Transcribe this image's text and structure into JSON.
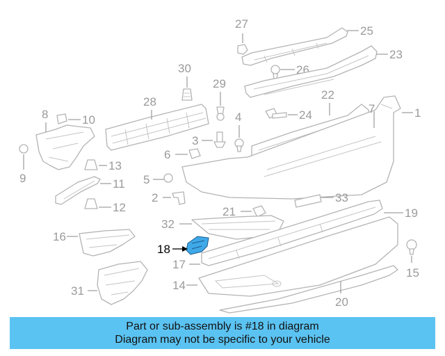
{
  "callouts": {
    "c1": "1",
    "c2": "2",
    "c3": "3",
    "c4": "4",
    "c5": "5",
    "c6": "6",
    "c7": "7",
    "c8": "8",
    "c9": "9",
    "c10": "10",
    "c11": "11",
    "c12": "12",
    "c13": "13",
    "c14": "14",
    "c15": "15",
    "c16": "16",
    "c17": "17",
    "c18": "18",
    "c19": "19",
    "c20": "20",
    "c21": "21",
    "c22": "22",
    "c23": "23",
    "c24": "24",
    "c25": "25",
    "c26": "26",
    "c27": "27",
    "c28": "28",
    "c29": "29",
    "c30": "30",
    "c31": "31",
    "c32": "32",
    "c33": "33"
  },
  "highlighted_part": "18",
  "banner": {
    "line1": "Part or sub-assembly is #18 in diagram",
    "line2": "Diagram may not be specific to your vehicle"
  },
  "colors": {
    "banner_bg": "#5bc3f2",
    "highlight": "#3fa9e8",
    "line_art": "#b3b3b3"
  }
}
